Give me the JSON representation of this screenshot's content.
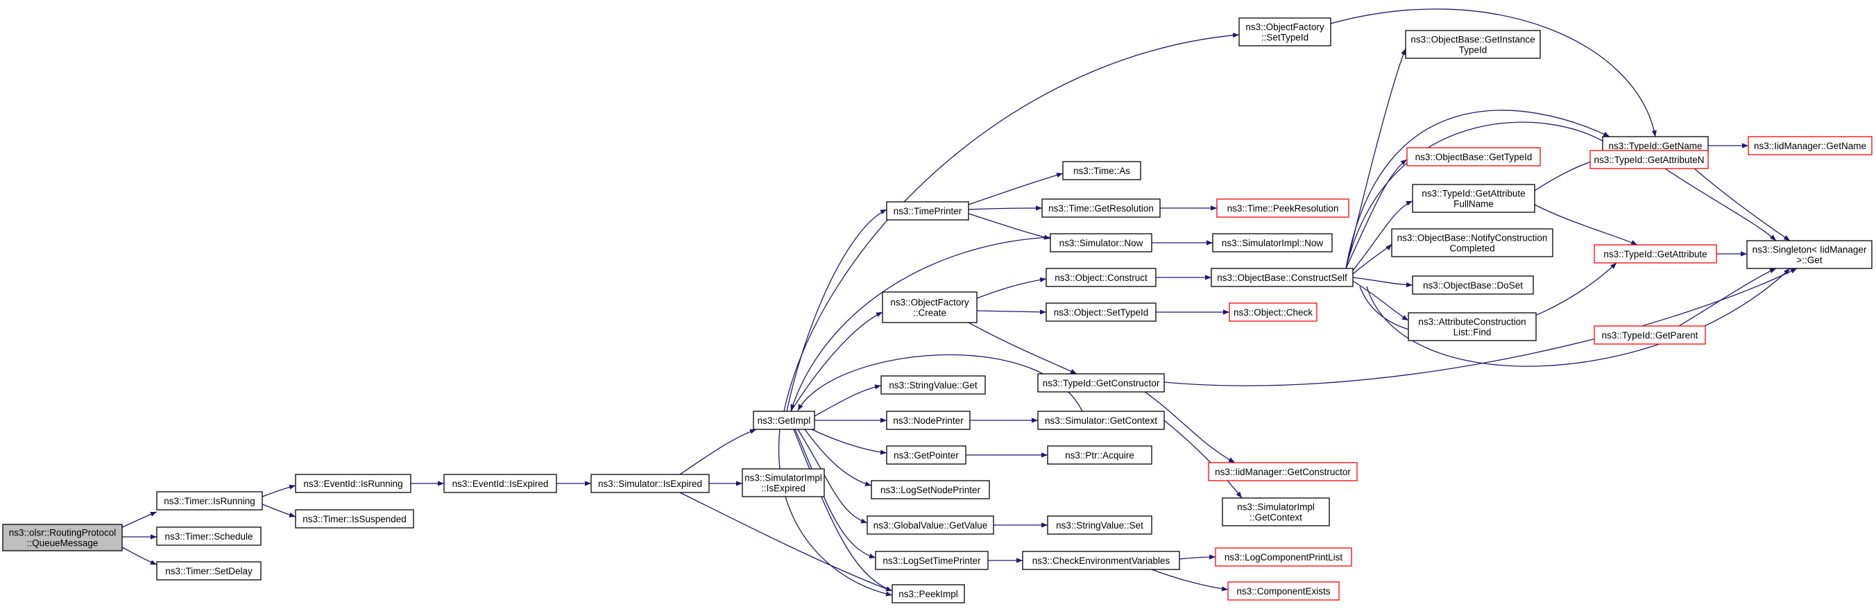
{
  "graph": {
    "nodes": [
      {
        "id": "root",
        "lines": [
          "ns3::olsr::RoutingProtocol",
          "::QueueMessage"
        ],
        "style": "root"
      },
      {
        "id": "timerIsRunning",
        "lines": [
          "ns3::Timer::IsRunning"
        ],
        "style": "normal"
      },
      {
        "id": "timerSchedule",
        "lines": [
          "ns3::Timer::Schedule"
        ],
        "style": "normal"
      },
      {
        "id": "timerSetDelay",
        "lines": [
          "ns3::Timer::SetDelay"
        ],
        "style": "normal"
      },
      {
        "id": "eventIsRunning",
        "lines": [
          "ns3::EventId::IsRunning"
        ],
        "style": "normal"
      },
      {
        "id": "timerIsSuspended",
        "lines": [
          "ns3::Timer::IsSuspended"
        ],
        "style": "normal"
      },
      {
        "id": "eventIsExpired",
        "lines": [
          "ns3::EventId::IsExpired"
        ],
        "style": "normal"
      },
      {
        "id": "simIsExpired",
        "lines": [
          "ns3::Simulator::IsExpired"
        ],
        "style": "normal"
      },
      {
        "id": "getImpl",
        "lines": [
          "ns3::GetImpl"
        ],
        "style": "normal"
      },
      {
        "id": "simImplIsExpired",
        "lines": [
          "ns3::SimulatorImpl",
          "::IsExpired"
        ],
        "style": "normal"
      },
      {
        "id": "peekImpl",
        "lines": [
          "ns3::PeekImpl"
        ],
        "style": "normal"
      },
      {
        "id": "objFactorySetTypeId",
        "lines": [
          "ns3::ObjectFactory",
          "::SetTypeId"
        ],
        "style": "normal"
      },
      {
        "id": "timePrinter",
        "lines": [
          "ns3::TimePrinter"
        ],
        "style": "normal"
      },
      {
        "id": "objFactoryCreate",
        "lines": [
          "ns3::ObjectFactory",
          "::Create"
        ],
        "style": "normal"
      },
      {
        "id": "stringValueGet",
        "lines": [
          "ns3::StringValue::Get"
        ],
        "style": "normal"
      },
      {
        "id": "nodePrinter",
        "lines": [
          "ns3::NodePrinter"
        ],
        "style": "normal"
      },
      {
        "id": "getPointer",
        "lines": [
          "ns3::GetPointer"
        ],
        "style": "normal"
      },
      {
        "id": "logSetNodePrinter",
        "lines": [
          "ns3::LogSetNodePrinter"
        ],
        "style": "normal"
      },
      {
        "id": "globalValueGetValue",
        "lines": [
          "ns3::GlobalValue::GetValue"
        ],
        "style": "normal"
      },
      {
        "id": "logSetTimePrinter",
        "lines": [
          "ns3::LogSetTimePrinter"
        ],
        "style": "normal"
      },
      {
        "id": "timeAs",
        "lines": [
          "ns3::Time::As"
        ],
        "style": "normal"
      },
      {
        "id": "timeGetResolution",
        "lines": [
          "ns3::Time::GetResolution"
        ],
        "style": "normal"
      },
      {
        "id": "simNow",
        "lines": [
          "ns3::Simulator::Now"
        ],
        "style": "normal"
      },
      {
        "id": "objConstruct",
        "lines": [
          "ns3::Object::Construct"
        ],
        "style": "normal"
      },
      {
        "id": "objSetTypeId",
        "lines": [
          "ns3::Object::SetTypeId"
        ],
        "style": "normal"
      },
      {
        "id": "typeIdGetConstructor",
        "lines": [
          "ns3::TypeId::GetConstructor"
        ],
        "style": "normal"
      },
      {
        "id": "simGetContext",
        "lines": [
          "ns3::Simulator::GetContext"
        ],
        "style": "normal"
      },
      {
        "id": "ptrAcquire",
        "lines": [
          "ns3::Ptr::Acquire"
        ],
        "style": "normal"
      },
      {
        "id": "stringValueSet",
        "lines": [
          "ns3::StringValue::Set"
        ],
        "style": "normal"
      },
      {
        "id": "checkEnvVars",
        "lines": [
          "ns3::CheckEnvironmentVariables"
        ],
        "style": "normal"
      },
      {
        "id": "timePeekResolution",
        "lines": [
          "ns3::Time::PeekResolution"
        ],
        "style": "red"
      },
      {
        "id": "simImplNow",
        "lines": [
          "ns3::SimulatorImpl::Now"
        ],
        "style": "normal"
      },
      {
        "id": "objBaseConstructSelf",
        "lines": [
          "ns3::ObjectBase::ConstructSelf"
        ],
        "style": "normal"
      },
      {
        "id": "objCheck",
        "lines": [
          "ns3::Object::Check"
        ],
        "style": "red"
      },
      {
        "id": "iidMgrGetConstructor",
        "lines": [
          "ns3::IidManager::GetConstructor"
        ],
        "style": "red"
      },
      {
        "id": "simImplGetContext",
        "lines": [
          "ns3::SimulatorImpl",
          "::GetContext"
        ],
        "style": "normal"
      },
      {
        "id": "logComponentPrintList",
        "lines": [
          "ns3::LogComponentPrintList"
        ],
        "style": "red"
      },
      {
        "id": "componentExists",
        "lines": [
          "ns3::ComponentExists"
        ],
        "style": "red"
      },
      {
        "id": "objBaseGetInstanceTypeId",
        "lines": [
          "ns3::ObjectBase::GetInstance",
          "TypeId"
        ],
        "style": "normal"
      },
      {
        "id": "objBaseGetTypeId",
        "lines": [
          "ns3::ObjectBase::GetTypeId"
        ],
        "style": "red"
      },
      {
        "id": "typeIdGetAttrFullName",
        "lines": [
          "ns3::TypeId::GetAttribute",
          "FullName"
        ],
        "style": "normal"
      },
      {
        "id": "objBaseNotify",
        "lines": [
          "ns3::ObjectBase::NotifyConstruction",
          "Completed"
        ],
        "style": "normal"
      },
      {
        "id": "objBaseDoSet",
        "lines": [
          "ns3::ObjectBase::DoSet"
        ],
        "style": "normal"
      },
      {
        "id": "attrConstrListFind",
        "lines": [
          "ns3::AttributeConstruction",
          "List::Find"
        ],
        "style": "normal"
      },
      {
        "id": "typeIdGetName",
        "lines": [
          "ns3::TypeId::GetName"
        ],
        "style": "normal"
      },
      {
        "id": "typeIdGetAttributeN",
        "lines": [
          "ns3::TypeId::GetAttributeN"
        ],
        "style": "red"
      },
      {
        "id": "typeIdGetAttribute",
        "lines": [
          "ns3::TypeId::GetAttribute"
        ],
        "style": "red"
      },
      {
        "id": "typeIdGetParent",
        "lines": [
          "ns3::TypeId::GetParent"
        ],
        "style": "red"
      },
      {
        "id": "iidMgrGetName",
        "lines": [
          "ns3::IidManager::GetName"
        ],
        "style": "red"
      },
      {
        "id": "singletonGet",
        "lines": [
          "ns3::Singleton< IidManager",
          ">::Get"
        ],
        "style": "normal"
      }
    ]
  }
}
